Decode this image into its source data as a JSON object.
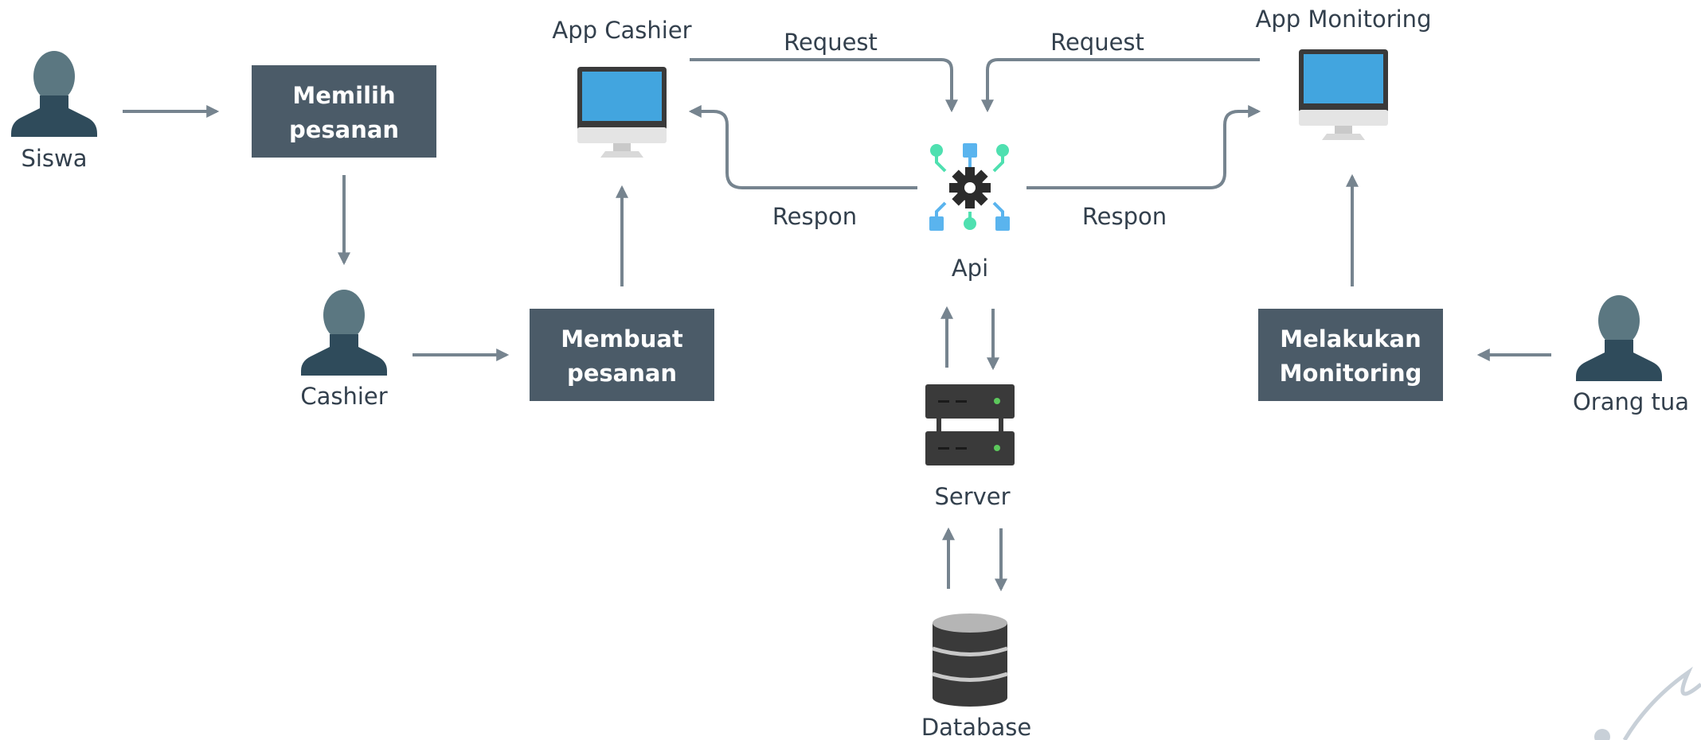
{
  "actors": {
    "siswa": "Siswa",
    "cashier": "Cashier",
    "orang_tua": "Orang tua"
  },
  "processes": {
    "memilih_pesanan": [
      "Memilih",
      "pesanan"
    ],
    "membuat_pesanan": [
      "Membuat",
      "pesanan"
    ],
    "melakukan_monitoring": [
      "Melakukan",
      "Monitoring"
    ]
  },
  "apps": {
    "app_cashier": "App Cashier",
    "app_monitoring": "App Monitoring"
  },
  "components": {
    "api": "Api",
    "server": "Server",
    "database": "Database"
  },
  "edges": {
    "request_left": "Request",
    "request_right": "Request",
    "respon_left": "Respon",
    "respon_right": "Respon"
  },
  "colors": {
    "actor_head": "#5b7781",
    "actor_body": "#2f4b5b",
    "process_box": "#4b5b68",
    "arrow": "#76848f",
    "monitor_screen": "#42a5df",
    "monitor_frame": "#3a3a3a",
    "server_body": "#3a3a3a",
    "server_led": "#5cc85c",
    "database_body": "#3a3a3a",
    "api_gear": "#2b2b2b",
    "api_teal": "#4fe0b0",
    "api_blue": "#5ab4ee",
    "text": "#33404d"
  }
}
